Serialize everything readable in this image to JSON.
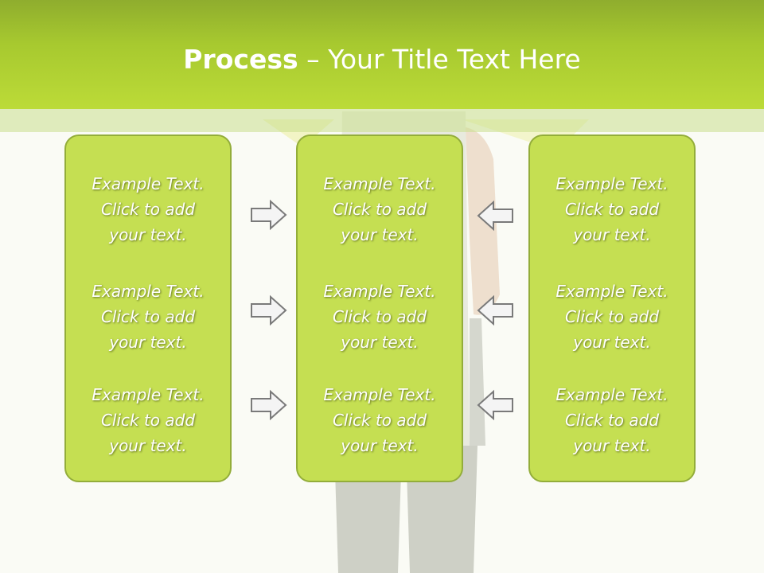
{
  "title": {
    "bold_part": "Process",
    "rest_part": " – Your Title Text Here"
  },
  "colors": {
    "header": "#a7c92f",
    "panel_fill": "#c5df52",
    "panel_border": "#93ad3a",
    "arrow_fill": "#f4f4f4",
    "arrow_stroke": "#7a7a7a"
  },
  "panels": [
    {
      "items": [
        {
          "line1": "Example Text.",
          "line2": "Click  to add",
          "line3": "your text."
        },
        {
          "line1": "Example Text.",
          "line2": "Click  to add",
          "line3": "your text."
        },
        {
          "line1": "Example Text.",
          "line2": "Click  to add",
          "line3": "your text."
        }
      ]
    },
    {
      "items": [
        {
          "line1": "Example Text.",
          "line2": "Click  to add",
          "line3": "your text."
        },
        {
          "line1": "Example Text.",
          "line2": "Click  to add",
          "line3": "your text."
        },
        {
          "line1": "Example Text.",
          "line2": "Click  to add",
          "line3": "your text."
        }
      ]
    },
    {
      "items": [
        {
          "line1": "Example Text.",
          "line2": "Click  to add",
          "line3": "your text."
        },
        {
          "line1": "Example Text.",
          "line2": "Click  to add",
          "line3": "your text."
        },
        {
          "line1": "Example Text.",
          "line2": "Click  to add",
          "line3": "your text."
        }
      ]
    }
  ],
  "arrows": {
    "left_group": "arrow-right-icon",
    "right_group": "arrow-left-icon"
  }
}
